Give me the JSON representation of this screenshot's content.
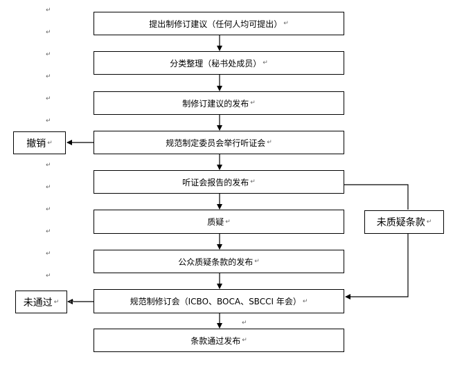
{
  "steps": [
    "提出制修订建议（任何人均可提出）",
    "分类整理（秘书处成员）",
    "制修订建议的发布",
    "规范制定委员会举行听证会",
    "听证会报告的发布",
    "质疑",
    "公众质疑条款的发布",
    "规范制修订会（ICBO、BOCA、SBCCI 年会）",
    "条款通过发布"
  ],
  "side": {
    "cancel": "撤销",
    "no_objection": "未质疑条款",
    "not_passed": "未通过"
  },
  "para_mark": "↵"
}
